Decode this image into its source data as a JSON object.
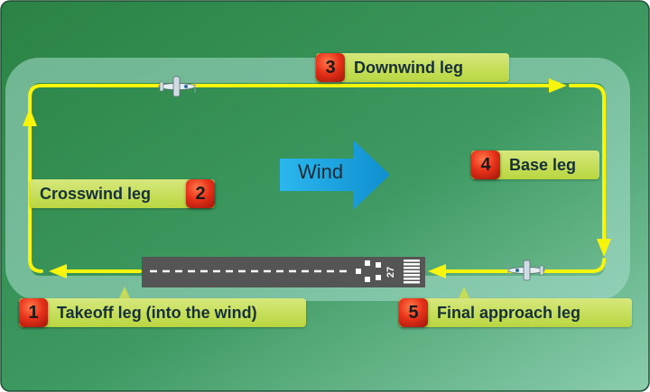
{
  "wind": {
    "label": "Wind"
  },
  "runway": {
    "number": "27"
  },
  "legs": [
    {
      "number": "1",
      "label": "Takeoff leg (into the wind)"
    },
    {
      "number": "2",
      "label": "Crosswind leg"
    },
    {
      "number": "3",
      "label": "Downwind leg"
    },
    {
      "number": "4",
      "label": "Base leg"
    },
    {
      "number": "5",
      "label": "Final approach leg"
    }
  ],
  "colors": {
    "background_start": "#2a8a4a",
    "background_end": "#7cc6a2",
    "flight_path": "#f7f40e",
    "runway": "#555555",
    "wind_arrow": "#1aa8e6",
    "label_fill": "#c4dc56",
    "badge": "#e8321a"
  },
  "icons": [
    "airplane-icon",
    "wind-arrow-icon"
  ]
}
